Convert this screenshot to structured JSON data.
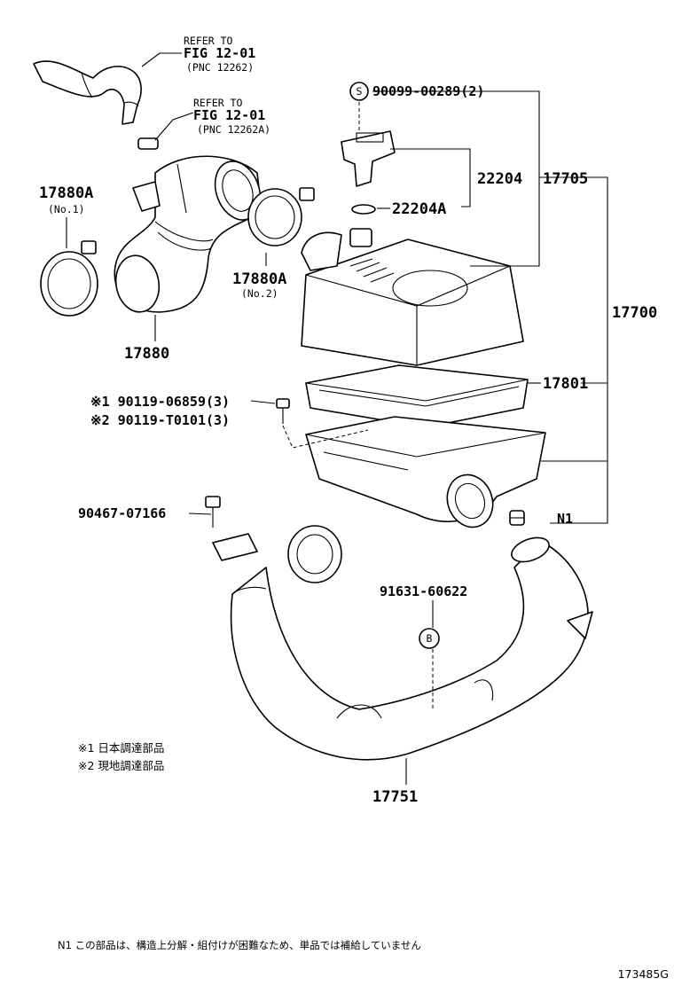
{
  "refs": {
    "fig_a": {
      "l1": "REFER TO",
      "l2": "FIG 12-01",
      "l3": "(PNC 12262)"
    },
    "fig_b": {
      "l1": "REFER TO",
      "l2": "FIG 12-01",
      "l3": "(PNC 12262A)"
    }
  },
  "parts": {
    "p90099": "90099-00289(2)",
    "p22204": "22204",
    "p17705": "17705",
    "p22204A": "22204A",
    "p17880A_1": "17880A",
    "p17880A_1_sub": "(No.1)",
    "p17880A_2": "17880A",
    "p17880A_2_sub": "(No.2)",
    "p17880": "17880",
    "p17700": "17700",
    "p17801": "17801",
    "p90119_1": "※1 90119-06859(3)",
    "p90119_2": "※2 90119-T0101(3)",
    "p90467": "90467-07166",
    "n1": "N1",
    "p91631": "91631-60622",
    "p17751": "17751"
  },
  "symbols": {
    "s": "S",
    "b": "B"
  },
  "notes": {
    "n1_note": "※1 日本調達部品",
    "n2_note": "※2 現地調達部品",
    "footer": "N1 この部品は、構造上分解・組付けが困難なため、単品では補給していません"
  },
  "code": "173485G"
}
